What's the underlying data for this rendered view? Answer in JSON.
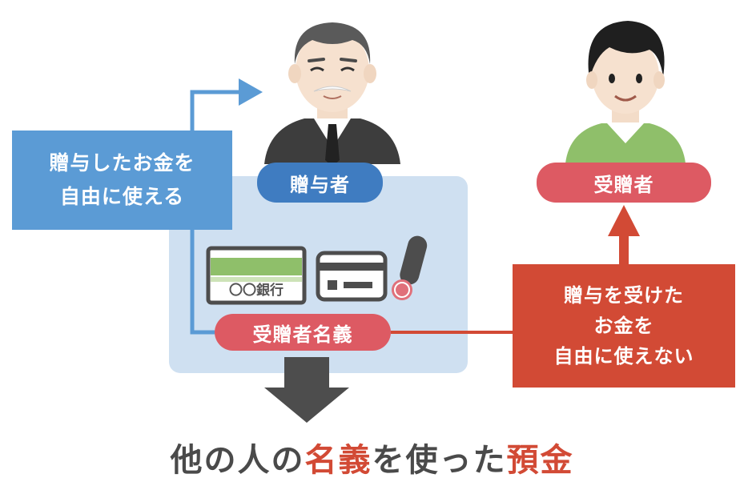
{
  "roles": {
    "giver": "贈与者",
    "receiver": "受贈者",
    "account_name": "受贈者名義"
  },
  "notes": {
    "giver_note": [
      "贈与したお金を",
      "自由に使える"
    ],
    "receiver_note": [
      "贈与を受けた",
      "お金を",
      "自由に使えない"
    ]
  },
  "items": {
    "bankbook_label": "〇〇銀行"
  },
  "caption": {
    "part1": "他の人の",
    "accent1": "名義",
    "part2": "を使った",
    "accent2": "預金"
  },
  "icons": [
    "older-man-icon",
    "young-man-icon",
    "bankbook-icon",
    "card-icon",
    "seal-icon"
  ],
  "colors": {
    "blue": "#3f7cc1",
    "light_blue_box": "#cfe0f1",
    "blue_note": "#5b9bd5",
    "pink": "#dd5a63",
    "red": "#d24a35",
    "dark": "#4a4a4a"
  }
}
